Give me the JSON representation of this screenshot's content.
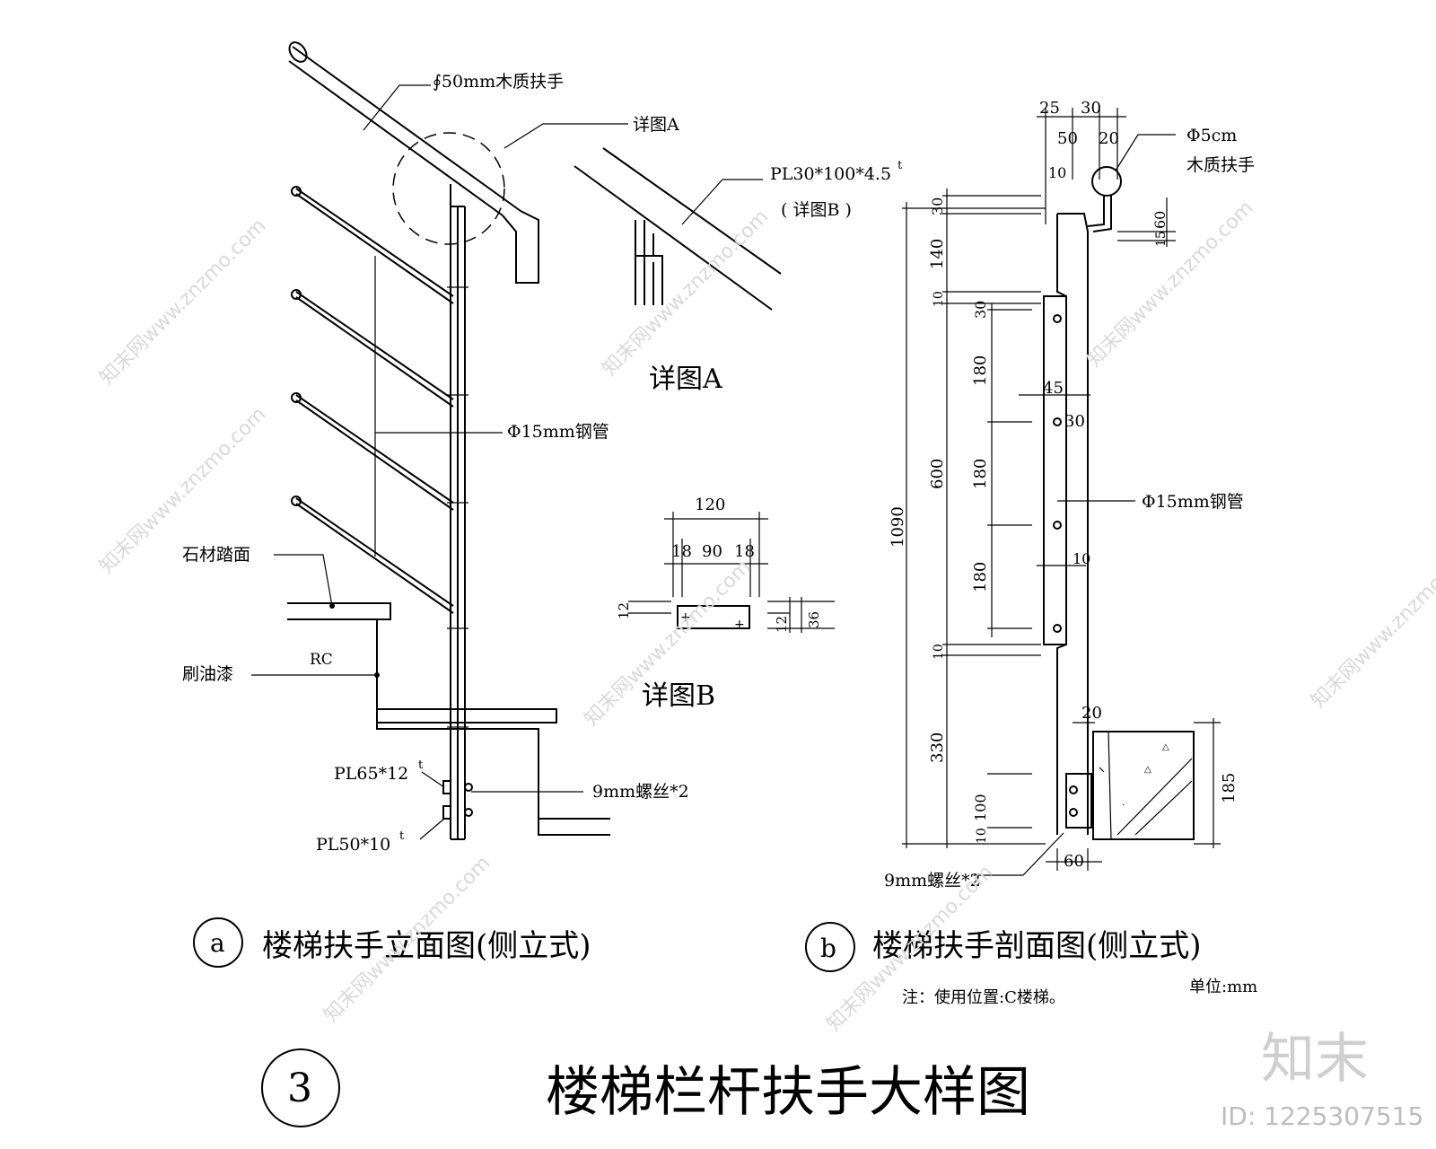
{
  "labels": {
    "handrail_top": "∮50mm木质扶手",
    "detail_a_ref": "详图A",
    "pl_plate": "PL30*100*4.5",
    "pl_plate_sup": "t",
    "detail_b_ref": "( 详图B )",
    "detail_a_title": "详图A",
    "steel_pipe": "Φ15mm钢管",
    "stone_tread": "石材踏面",
    "paint": "刷油漆",
    "rc": "RC",
    "pl65": "PL65*12",
    "pl65_sup": "t",
    "bolt": "9mm螺丝*2",
    "pl50": "PL50*10",
    "pl50_sup": "t",
    "detail_b_title": "详图B",
    "section_handrail_1": "Φ5cm",
    "section_handrail_2": "木质扶手",
    "section_pipe": "Φ15mm钢管",
    "section_bolt": "9mm螺丝*2"
  },
  "dimensions": {
    "d120": "120",
    "d18a": "18",
    "d90": "90",
    "d18b": "18",
    "d12a": "12",
    "d12b": "12",
    "d36": "36",
    "d25": "25",
    "d30top": "30",
    "d50": "50",
    "d20top": "20",
    "d10top": "10",
    "d30left": "30",
    "d60": "60",
    "d15": "15",
    "d1090": "1090",
    "d140": "140",
    "d10a": "10",
    "d600": "600",
    "d30b": "30",
    "d180a": "180",
    "d45": "45",
    "d30c": "30",
    "d180b": "180",
    "d10mid": "10",
    "d180c": "180",
    "d10b": "10",
    "d20mid": "20",
    "d330": "330",
    "d185": "185",
    "d100": "100",
    "d10c": "10",
    "d60b": "60"
  },
  "captions": {
    "a_marker": "a",
    "a_title": "楼梯扶手立面图(侧立式)",
    "b_marker": "b",
    "b_title": "楼梯扶手剖面图(侧立式)",
    "note": "注：使用位置:C楼梯。",
    "unit": "单位:mm",
    "sheet_number": "3",
    "main_title": "楼梯栏杆扶手大样图"
  },
  "branding": {
    "logo": "知末",
    "id_label": "ID: 1225307515",
    "watermark": "知末网www.znzmo.com"
  }
}
